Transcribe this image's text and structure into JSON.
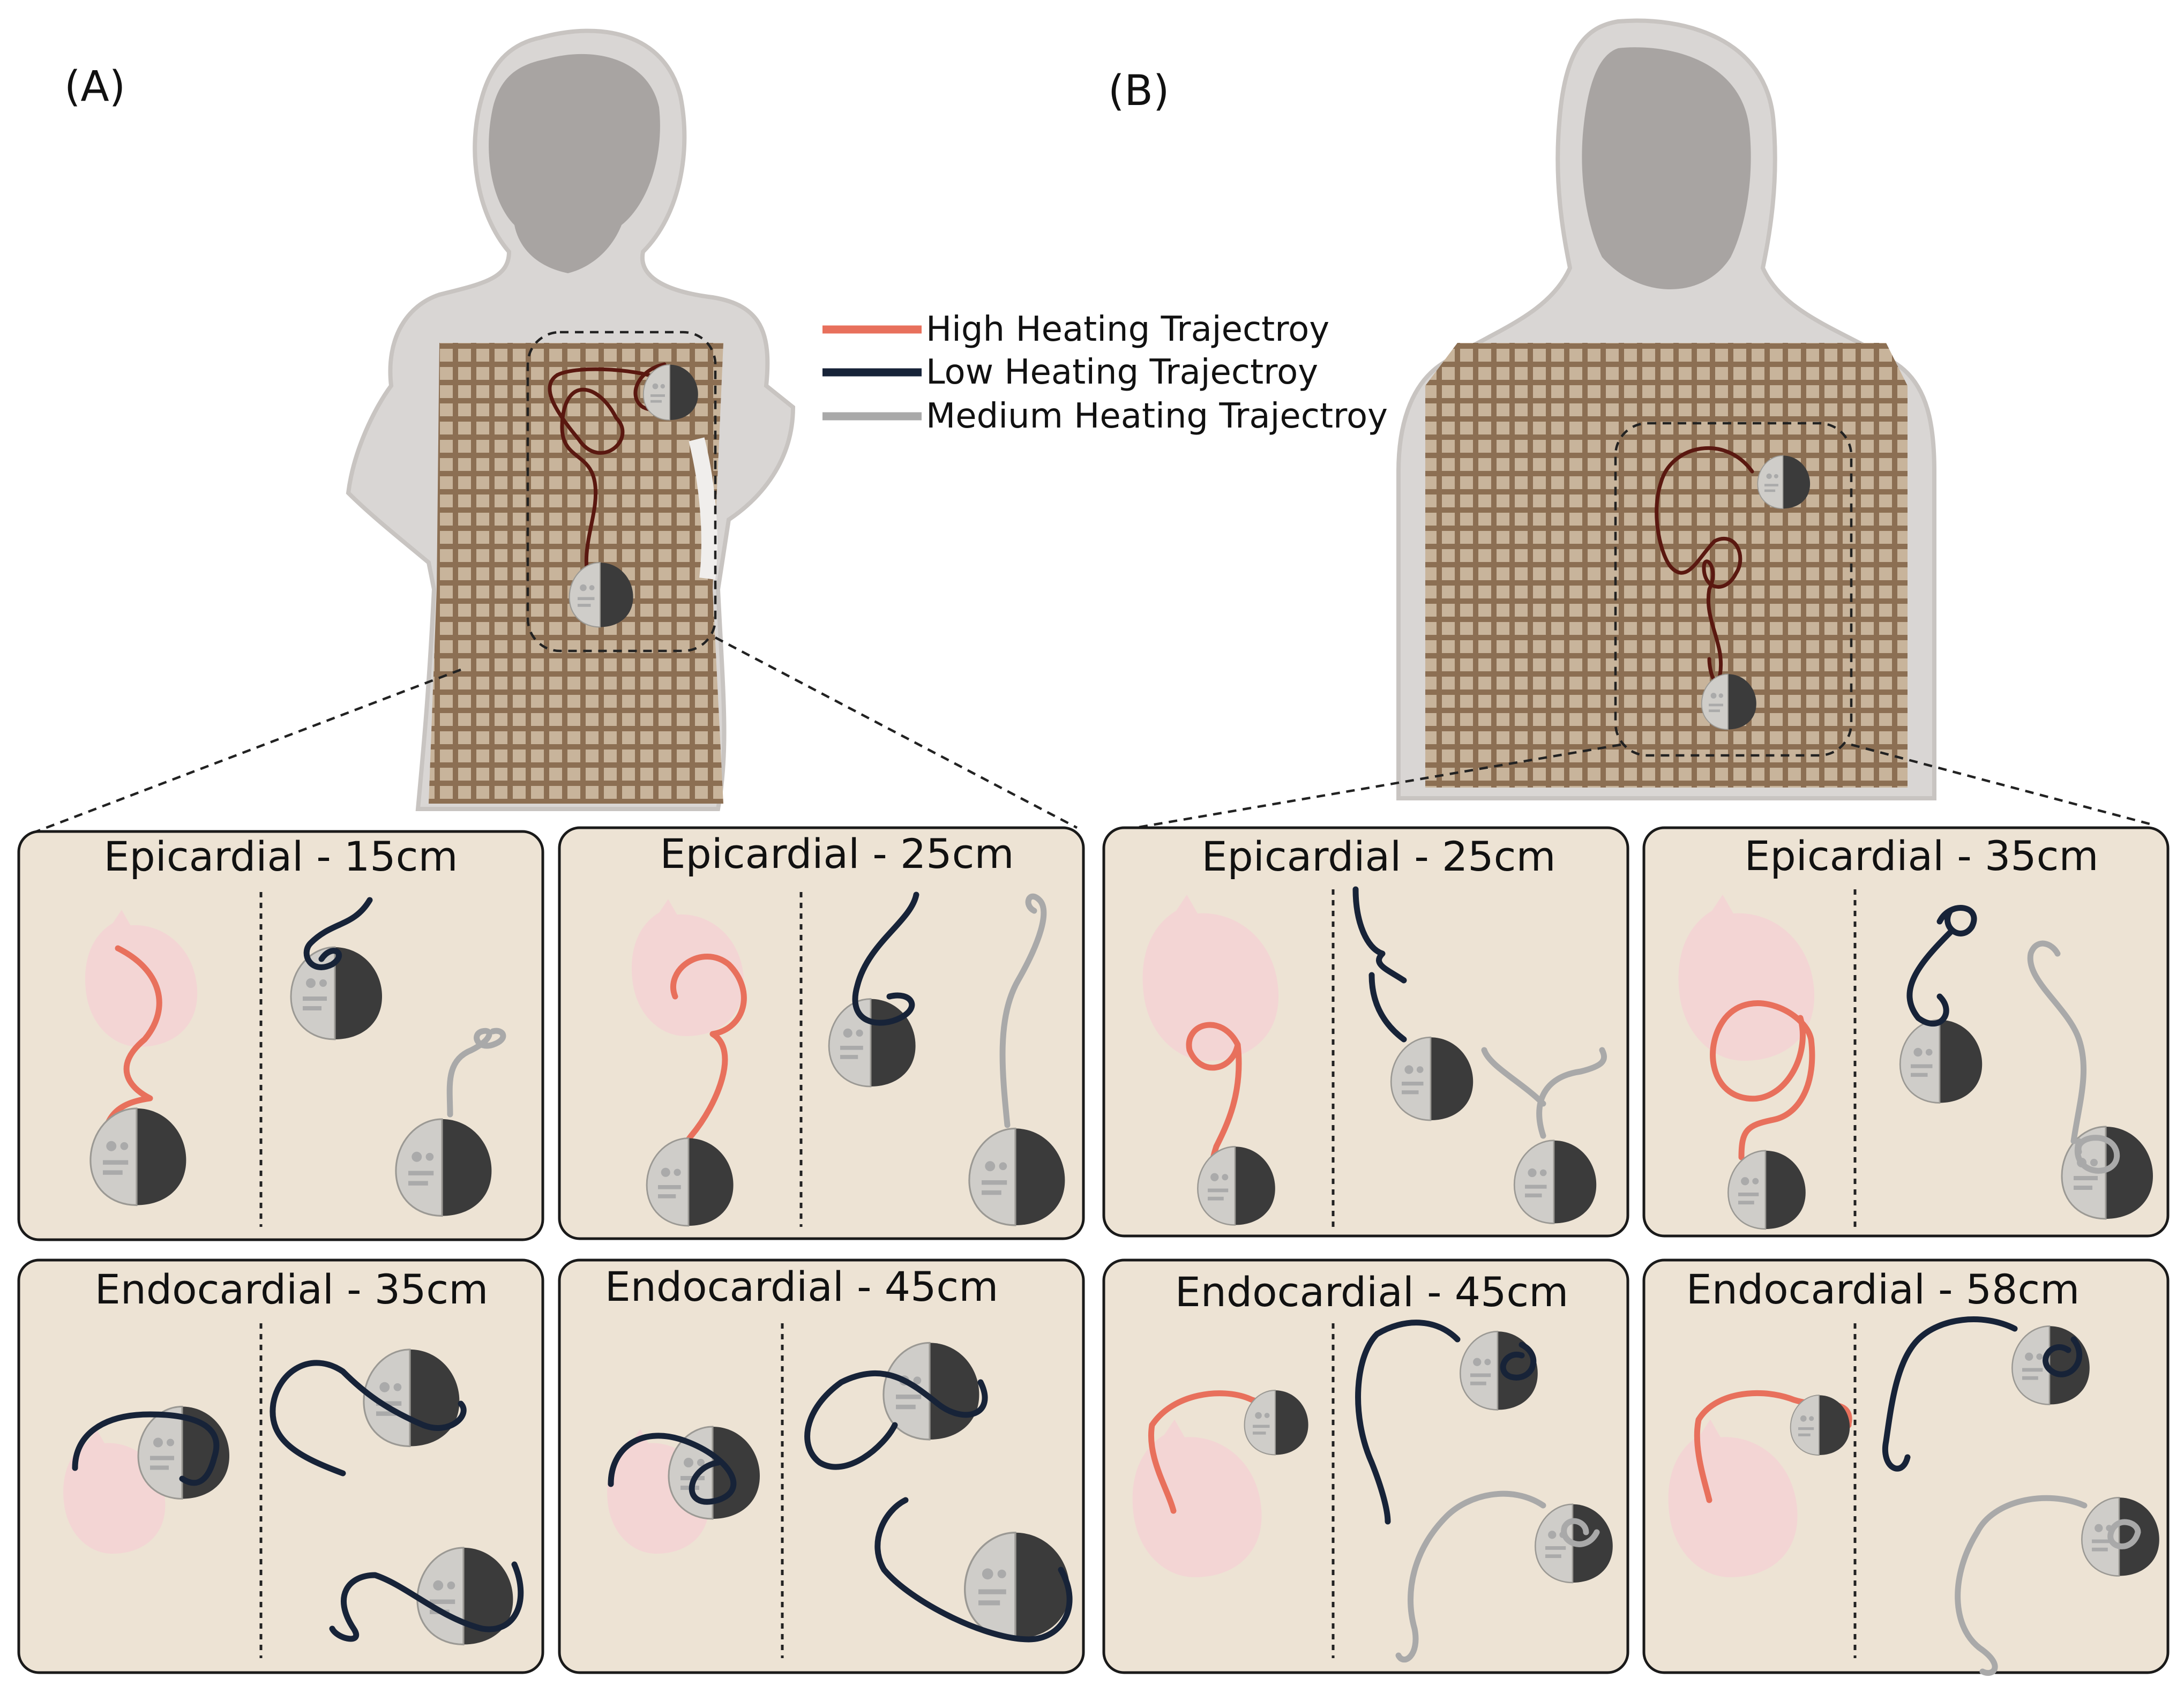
{
  "panels": {
    "a_label": "(A)",
    "b_label": "(B)"
  },
  "legend": {
    "items": [
      {
        "label": "High Heating Trajectroy",
        "color": "#e8705c"
      },
      {
        "label": "Low Heating Trajectroy",
        "color": "#172338"
      },
      {
        "label": "Medium Heating Trajectroy",
        "color": "#a9a9a9"
      }
    ]
  },
  "subpanels": [
    {
      "title": "Epicardial - 15cm"
    },
    {
      "title": "Epicardial - 25cm"
    },
    {
      "title": "Endocardial - 35cm"
    },
    {
      "title": "Endocardial - 45cm"
    },
    {
      "title": "Epicardial - 25cm"
    },
    {
      "title": "Epicardial - 35cm"
    },
    {
      "title": "Endocardial - 45cm"
    },
    {
      "title": "Endocardial - 58cm"
    }
  ],
  "colors": {
    "panel_bg": "#ede3d4",
    "phantom_shell": "#d9d6d4",
    "phantom_grid": "#9a8064",
    "device_body": "#3b3b3b",
    "device_header": "#cfcdc9",
    "heart": "#f3d4d4"
  }
}
